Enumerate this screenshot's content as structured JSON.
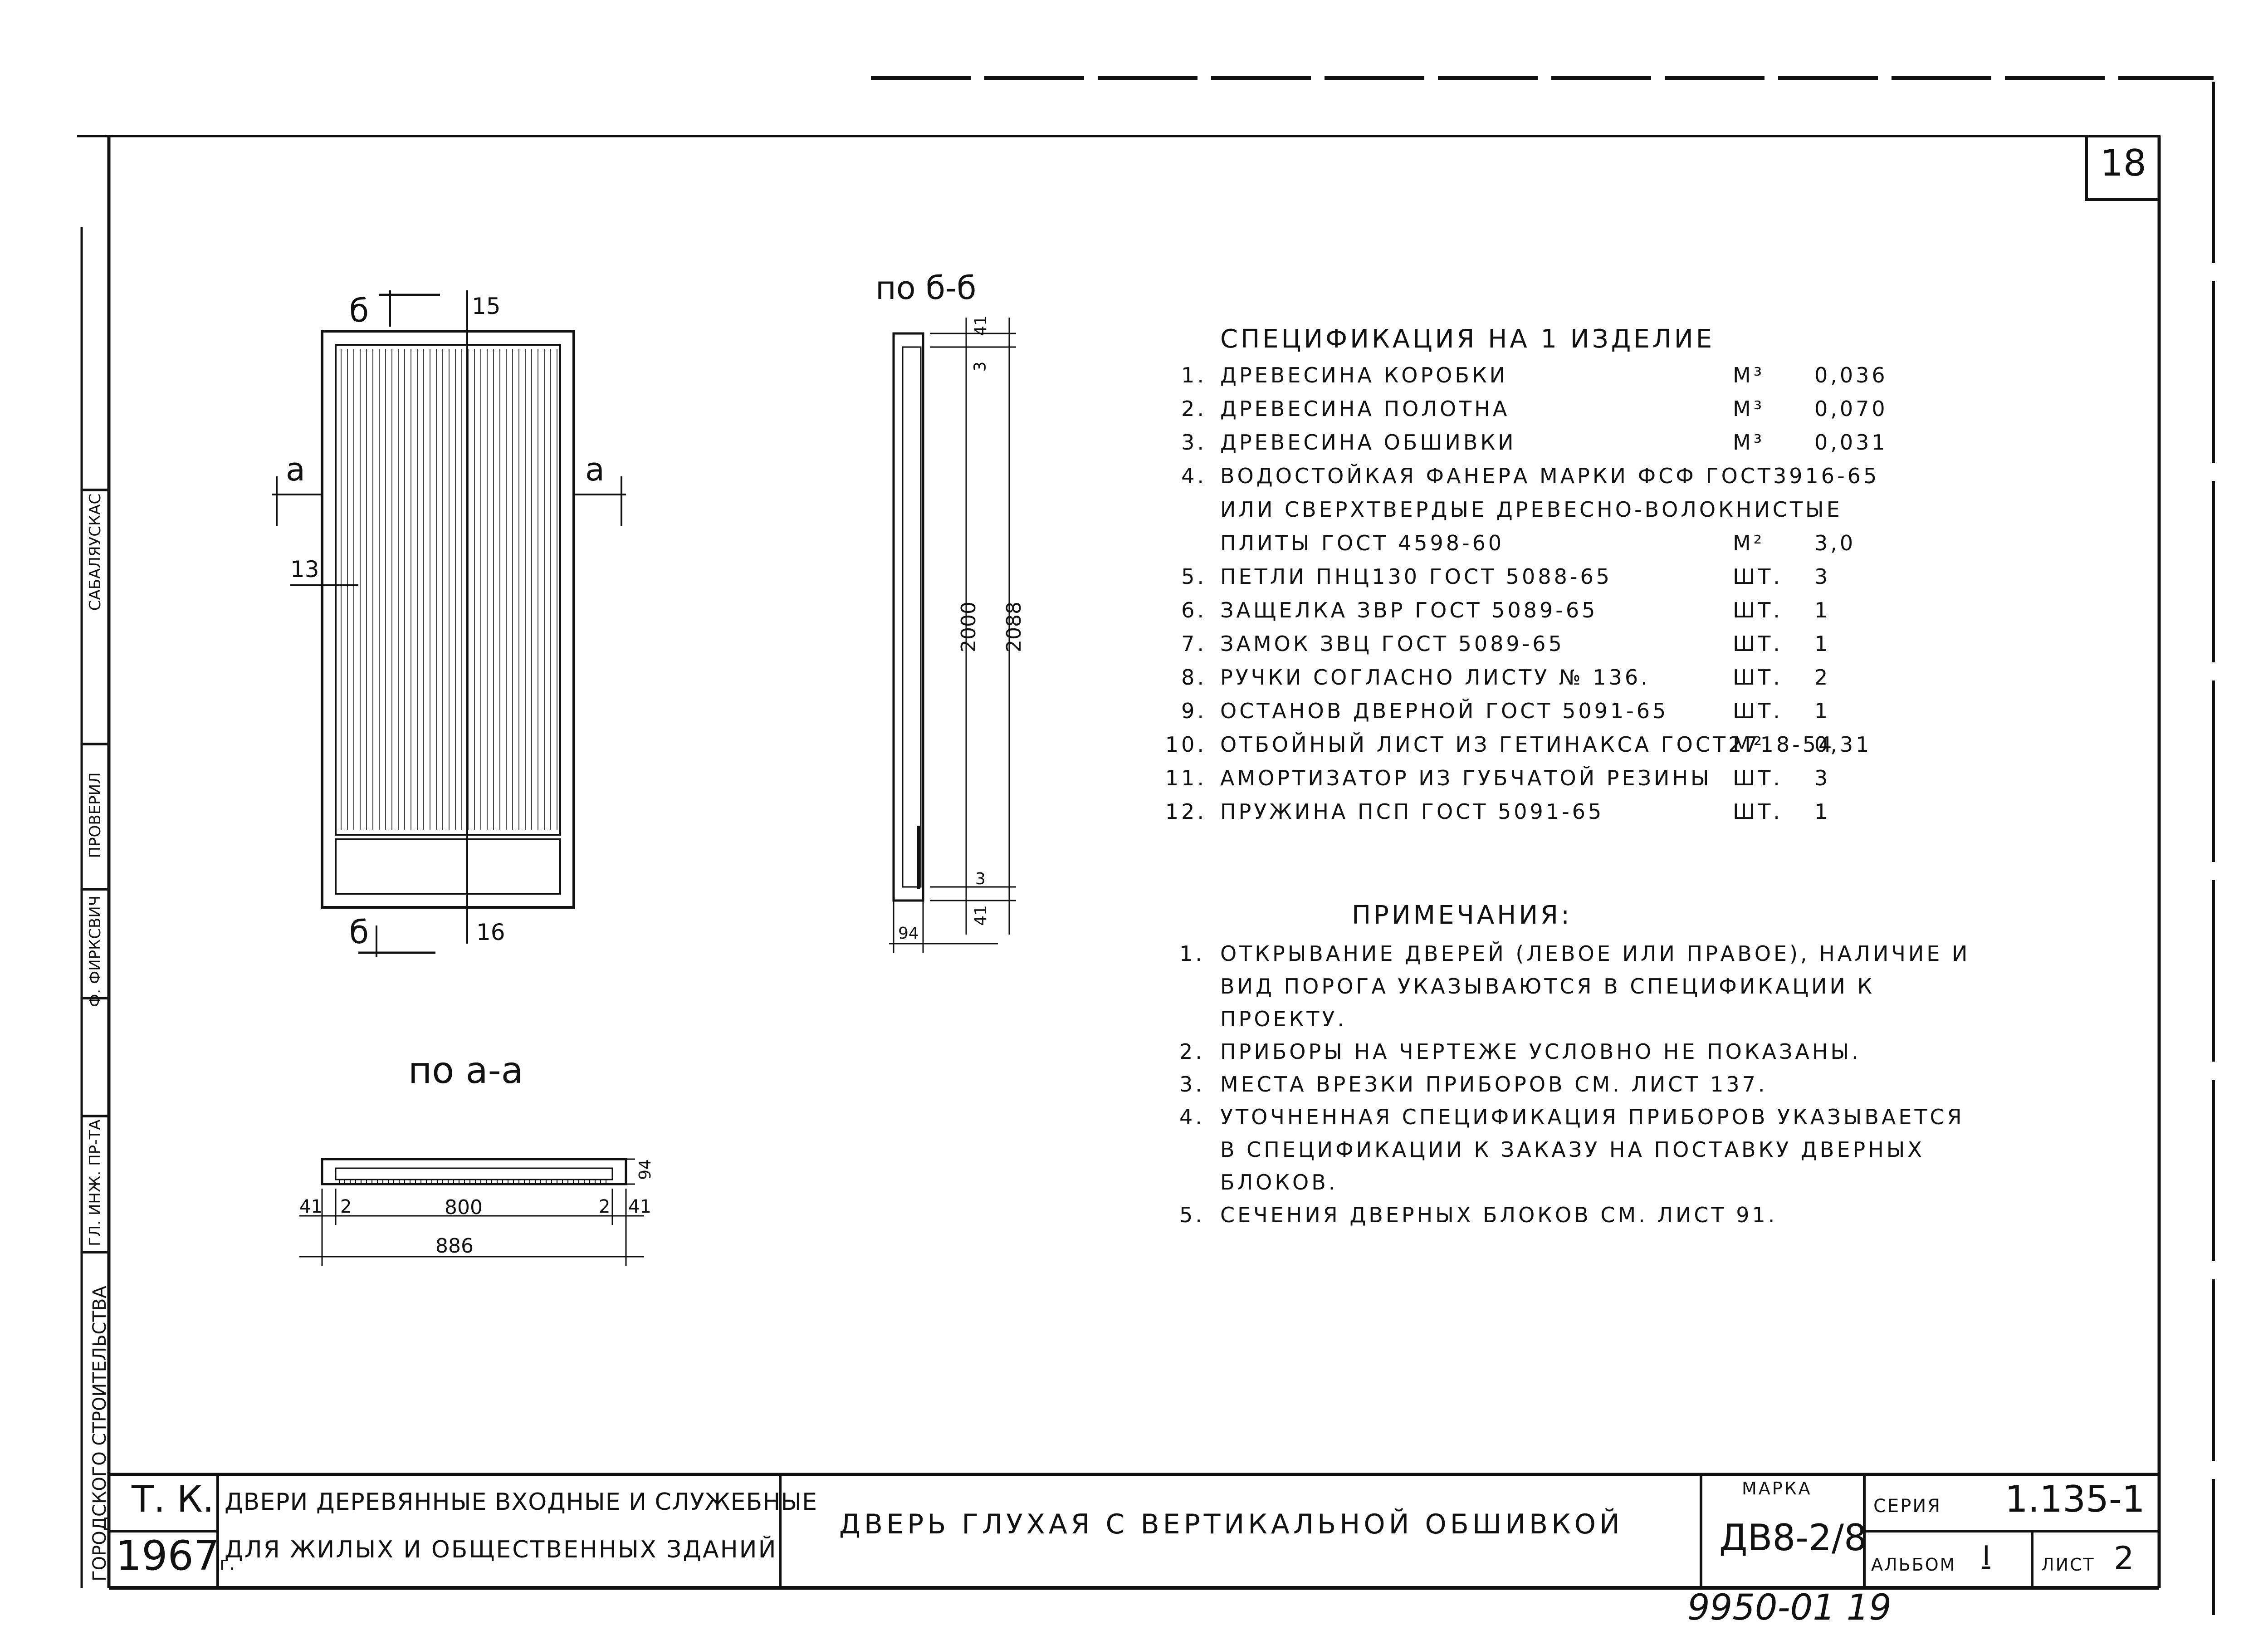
{
  "sheet_number": "18",
  "frame_side": {
    "city_building": "ГОРОДСКОГО СТРОИТЕЛЬСТВА",
    "chief_engineer": "ГЛ. ИНЖ. ПР-ТА",
    "engineer_name": "Ф. ФИРКСВИЧ",
    "checked": "ПРОВЕРИЛ",
    "checker_name": "САБАЛЯУСКАС"
  },
  "front_view": {
    "dim_top": "15",
    "dim_bottom": "16",
    "label_13": "13",
    "section_a_left": "а",
    "section_a_right": "а",
    "section_b_top": "б",
    "section_b_bottom": "б"
  },
  "section_bb": {
    "title": "по б-б",
    "dim_41_top": "41",
    "dim_3_top": "3",
    "dim_2000": "2000",
    "dim_2088": "2088",
    "dim_3_bottom": "3",
    "dim_41_bottom": "41",
    "dim_94": "94"
  },
  "section_aa": {
    "title": "по а-а",
    "dim_94": "94",
    "dim_41_left": "41",
    "dim_2_left": "2",
    "dim_800": "800",
    "dim_2_right": "2",
    "dim_41_right": "41",
    "dim_886": "886"
  },
  "spec": {
    "title": "СПЕЦИФИКАЦИЯ НА 1 ИЗДЕЛИЕ",
    "rows": [
      {
        "num": "1.",
        "name": "ДРЕВЕСИНА КОРОБКИ",
        "unit": "М³",
        "qty": "0,036"
      },
      {
        "num": "2.",
        "name": "ДРЕВЕСИНА ПОЛОТНА",
        "unit": "М³",
        "qty": "0,070"
      },
      {
        "num": "3.",
        "name": "ДРЕВЕСИНА ОБШИВКИ",
        "unit": "М³",
        "qty": "0,031"
      },
      {
        "num": "4.",
        "name": "ВОДОСТОЙКАЯ ФАНЕРА МАРКИ ФСФ ГОСТ3916-65",
        "unit": "",
        "qty": ""
      },
      {
        "num": "",
        "name": "ИЛИ СВЕРХТВЕРДЫЕ ДРЕВЕСНО-ВОЛОКНИСТЫЕ",
        "unit": "",
        "qty": ""
      },
      {
        "num": "",
        "name": "ПЛИТЫ ГОСТ 4598-60",
        "unit": "М²",
        "qty": "3,0"
      },
      {
        "num": "5.",
        "name": "ПЕТЛИ ПНЦ130 ГОСТ 5088-65",
        "unit": "ШТ.",
        "qty": "3"
      },
      {
        "num": "6.",
        "name": "ЗАЩЕЛКА ЗВР ГОСТ 5089-65",
        "unit": "ШТ.",
        "qty": "1"
      },
      {
        "num": "7.",
        "name": "ЗАМОК ЗВЦ ГОСТ 5089-65",
        "unit": "ШТ.",
        "qty": "1"
      },
      {
        "num": "8.",
        "name": "РУЧКИ СОГЛАСНО ЛИСТУ № 136.",
        "unit": "ШТ.",
        "qty": "2"
      },
      {
        "num": "9.",
        "name": "ОСТАНОВ ДВЕРНОЙ ГОСТ 5091-65",
        "unit": "ШТ.",
        "qty": "1"
      },
      {
        "num": "10.",
        "name": "ОТБОЙНЫЙ ЛИСТ ИЗ ГЕТИНАКСА ГОСТ2718-54",
        "unit": "М²",
        "qty": "0,31"
      },
      {
        "num": "11.",
        "name": "АМОРТИЗАТОР ИЗ ГУБЧАТОЙ РЕЗИНЫ",
        "unit": "ШТ.",
        "qty": "3"
      },
      {
        "num": "12.",
        "name": "ПРУЖИНА ПСП ГОСТ 5091-65",
        "unit": "ШТ.",
        "qty": "1"
      }
    ]
  },
  "notes": {
    "title": "ПРИМЕЧАНИЯ:",
    "lines": [
      {
        "num": "1.",
        "text": "ОТКРЫВАНИЕ ДВЕРЕЙ (ЛЕВОЕ ИЛИ ПРАВОЕ), НАЛИЧИЕ И"
      },
      {
        "num": "",
        "text": "ВИД ПОРОГА УКАЗЫВАЮТСЯ В СПЕЦИФИКАЦИИ К"
      },
      {
        "num": "",
        "text": "ПРОЕКТУ."
      },
      {
        "num": "2.",
        "text": "ПРИБОРЫ НА ЧЕРТЕЖЕ УСЛОВНО НЕ ПОКАЗАНЫ."
      },
      {
        "num": "3.",
        "text": "МЕСТА ВРЕЗКИ ПРИБОРОВ СМ. ЛИСТ 137."
      },
      {
        "num": "4.",
        "text": "УТОЧНЕННАЯ СПЕЦИФИКАЦИЯ ПРИБОРОВ УКАЗЫВАЕТСЯ"
      },
      {
        "num": "",
        "text": "В СПЕЦИФИКАЦИИ К ЗАКАЗУ НА ПОСТАВКУ ДВЕРНЫХ"
      },
      {
        "num": "",
        "text": "БЛОКОВ."
      },
      {
        "num": "5.",
        "text": "СЕЧЕНИЯ ДВЕРНЫХ БЛОКОВ СМ. ЛИСТ 91."
      }
    ]
  },
  "title_block": {
    "code": "Т. К.",
    "year": "1967",
    "year_suffix": "г.",
    "series_title_1": "ДВЕРИ ДЕРЕВЯННЫЕ ВХОДНЫЕ И СЛУЖЕБНЫЕ",
    "series_title_2": "ДЛЯ ЖИЛЫХ И ОБЩЕСТВЕННЫХ ЗДАНИЙ",
    "drawing_title": "ДВЕРЬ ГЛУХАЯ С ВЕРТИКАЛЬНОЙ ОБШИВКОЙ",
    "mark_label": "МАРКА",
    "mark_value": "ДВ8-2/8",
    "series_label": "СЕРИЯ",
    "series_value": "1.135-1",
    "album_label": "АЛЬБОМ",
    "album_value": "I",
    "sheet_label": "ЛИСТ",
    "sheet_value": "2"
  },
  "archive_number": "9950-01  19"
}
